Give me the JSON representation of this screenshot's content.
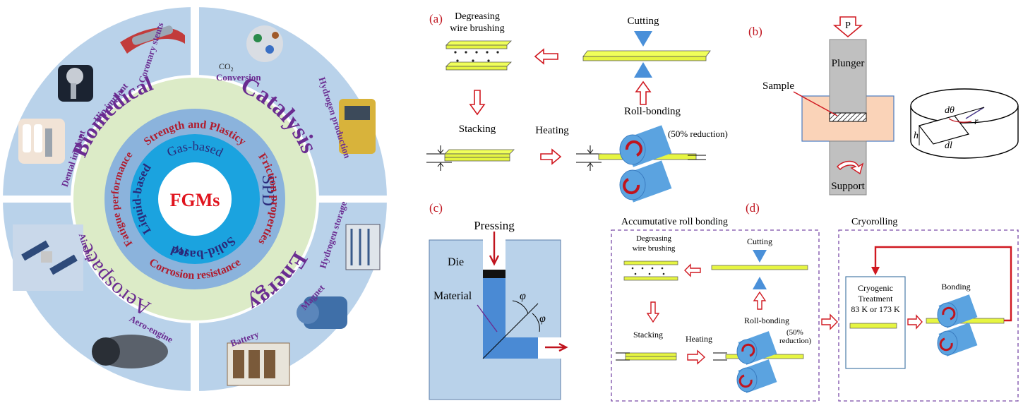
{
  "wheel": {
    "center": "FGMs",
    "inner_methods": [
      "Gas-based",
      "SPD",
      "Solid-based",
      "IW",
      "Liquid-based"
    ],
    "properties": [
      "Strength and Plasticy",
      "Friction properties",
      "Corrosion resistance",
      "Fatigue performance"
    ],
    "fields": [
      "Biomedical",
      "Catalysis",
      "Energy",
      "Aerospace"
    ],
    "applications": {
      "coronary": "Coronary stents",
      "hip": "Hip implant",
      "dental": "Dental implant",
      "co2_a": "CO",
      "co2_sub": "2",
      "co2_b": "Conversion",
      "hydrogen_prod": "Hydrogen production",
      "hydrogen_storage": "Hydrogen storage",
      "magnet": "Magnet",
      "battery": "Battery",
      "aero_engine": "Aero-engine",
      "airship": "Airship"
    },
    "colors": {
      "outer_ring": "#b9d2ea",
      "green_ring": "#dcebc7",
      "mid_ring": "#8bb3dc",
      "inner_ring": "#1ba3df",
      "center": "#ffffff",
      "property_text": "#b01c2e",
      "field_text": "#6a2c91"
    }
  },
  "panel_a": {
    "label": "(a)",
    "degreasing": "Degreasing",
    "wire_brushing": "wire brushing",
    "cutting": "Cutting",
    "stacking": "Stacking",
    "heating": "Heating",
    "roll_bonding": "Roll-bonding",
    "reduction": "(50% reduction)"
  },
  "panel_b": {
    "label": "(b)",
    "p": "P",
    "plunger": "Plunger",
    "sample": "Sample",
    "support": "Support",
    "dtheta": "dθ",
    "r": "r",
    "h": "h",
    "dl": "dl"
  },
  "panel_c": {
    "label": "(c)",
    "pressing": "Pressing",
    "die": "Die",
    "material": "Material",
    "phi1": "φ",
    "phi2": "φ"
  },
  "panel_d": {
    "label": "(d)",
    "arb_title": "Accumutative roll bonding",
    "cryo_title": "Cryorolling",
    "degreasing": "Degreasing",
    "wire_brushing": "wire brushing",
    "cutting": "Cutting",
    "stacking": "Stacking",
    "heating": "Heating",
    "roll_bonding": "Roll-bonding",
    "reduction_a": "(50%",
    "reduction_b": "reduction)",
    "cryogenic": "Cryogenic",
    "treatment": "Treatment",
    "temps": "83 K or 173 K",
    "bonding": "Bonding"
  }
}
